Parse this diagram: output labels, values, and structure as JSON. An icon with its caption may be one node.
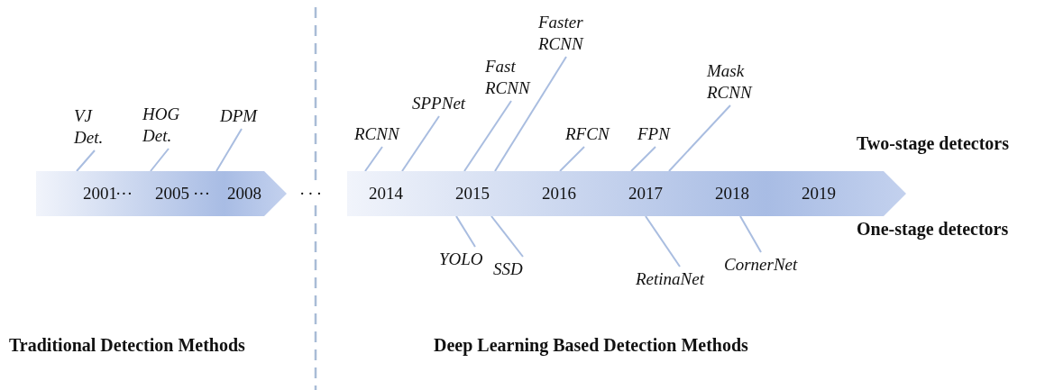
{
  "diagram": {
    "nodes": [
      {
        "text": [
          "VJ Det."
        ]
      },
      {
        "text": [
          "HOG Det."
        ]
      },
      {
        "text": [
          "DPM"
        ]
      },
      {
        "text": [
          "2001",
          "···",
          "2005",
          "···",
          "2008"
        ]
      },
      {
        "text": [
          "RCNN"
        ]
      },
      {
        "text": [
          "SPPNet"
        ]
      },
      {
        "text": [
          "Fast RCNN"
        ]
      },
      {
        "text": [
          "Faster RCNN"
        ]
      },
      {
        "text": [
          "RFCN"
        ]
      },
      {
        "text": [
          "FPN"
        ]
      },
      {
        "text": [
          "Mask RCNN"
        ]
      },
      {
        "text": [
          "2014",
          "2015",
          "2016",
          "2017",
          "2018",
          "2019"
        ]
      },
      {
        "text": [
          "YOLO"
        ]
      },
      {
        "text": [
          "SSD"
        ]
      },
      {
        "text": [
          "RetinaNet"
        ]
      },
      {
        "text": [
          "CornerNet"
        ]
      }
    ],
    "edges": [
      {
        "from": 0,
        "to": 3,
        "arrow": "none"
      },
      {
        "from": 1,
        "to": 3,
        "arrow": "none"
      },
      {
        "from": 2,
        "to": 3,
        "arrow": "none"
      },
      {
        "from": 4,
        "to": 11,
        "arrow": "none"
      },
      {
        "from": 5,
        "to": 11,
        "arrow": "none"
      },
      {
        "from": 6,
        "to": 11,
        "arrow": "none"
      },
      {
        "from": 7,
        "to": 11,
        "arrow": "none"
      },
      {
        "from": 8,
        "to": 11,
        "arrow": "none"
      },
      {
        "from": 9,
        "to": 11,
        "arrow": "none"
      },
      {
        "from": 10,
        "to": 11,
        "arrow": "none"
      },
      {
        "from": 12,
        "to": 11,
        "arrow": "none"
      },
      {
        "from": 13,
        "to": 11,
        "arrow": "none"
      },
      {
        "from": 14,
        "to": 11,
        "arrow": "none"
      },
      {
        "from": 15,
        "to": 11,
        "arrow": "none"
      }
    ],
    "labels": [
      "···",
      "Two-stage detectors",
      "One-stage detectors",
      "Traditional Detection Methods",
      "Deep Learning Based Detection Methods"
    ]
  }
}
